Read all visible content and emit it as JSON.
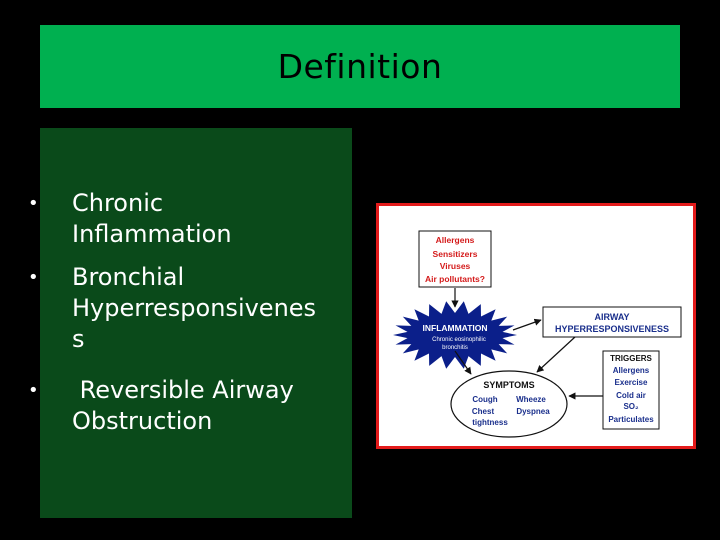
{
  "slide": {
    "title": "Definition",
    "bullets": [
      "Chronic Inflammation",
      "Bronchial Hyperresponsivenes s",
      "Reversible Airway Obstruction"
    ],
    "bullet_lines": [
      [
        "Chronic",
        "Inflammation"
      ],
      [
        "Bronchial",
        "Hyperresponsivenes",
        "s"
      ],
      [
        " Reversible Airway",
        "Obstruction"
      ]
    ],
    "bullet_symbol": "•"
  },
  "diagram": {
    "causes": [
      "Allergens",
      "Sensitizers",
      "Viruses",
      "Air pollutants?"
    ],
    "inflammation": {
      "label": "INFLAMMATION",
      "sub1": "Chronic eosinophilic",
      "sub2": "bronchitis"
    },
    "airway": {
      "line1": "AIRWAY",
      "line2": "HYPERRESPONSIVENESS"
    },
    "triggers": {
      "header": "TRIGGERS",
      "items": [
        "Allergens",
        "Exercise",
        "Cold air",
        "SO₂",
        "Particulates"
      ]
    },
    "symptoms": {
      "header": "SYMPTOMS",
      "row1a": "Cough",
      "row1b": "Wheeze",
      "row2a": "Chest",
      "row2b": "Dyspnea",
      "row3": "tightness"
    }
  },
  "colors": {
    "title_bar": "#00b050",
    "panel": "#0a4a1a",
    "diagram_border": "#e31b1b",
    "burst": "#0b1f8a",
    "causes_text": "#d41a1a",
    "diagram_text": "#1a2f8c"
  }
}
